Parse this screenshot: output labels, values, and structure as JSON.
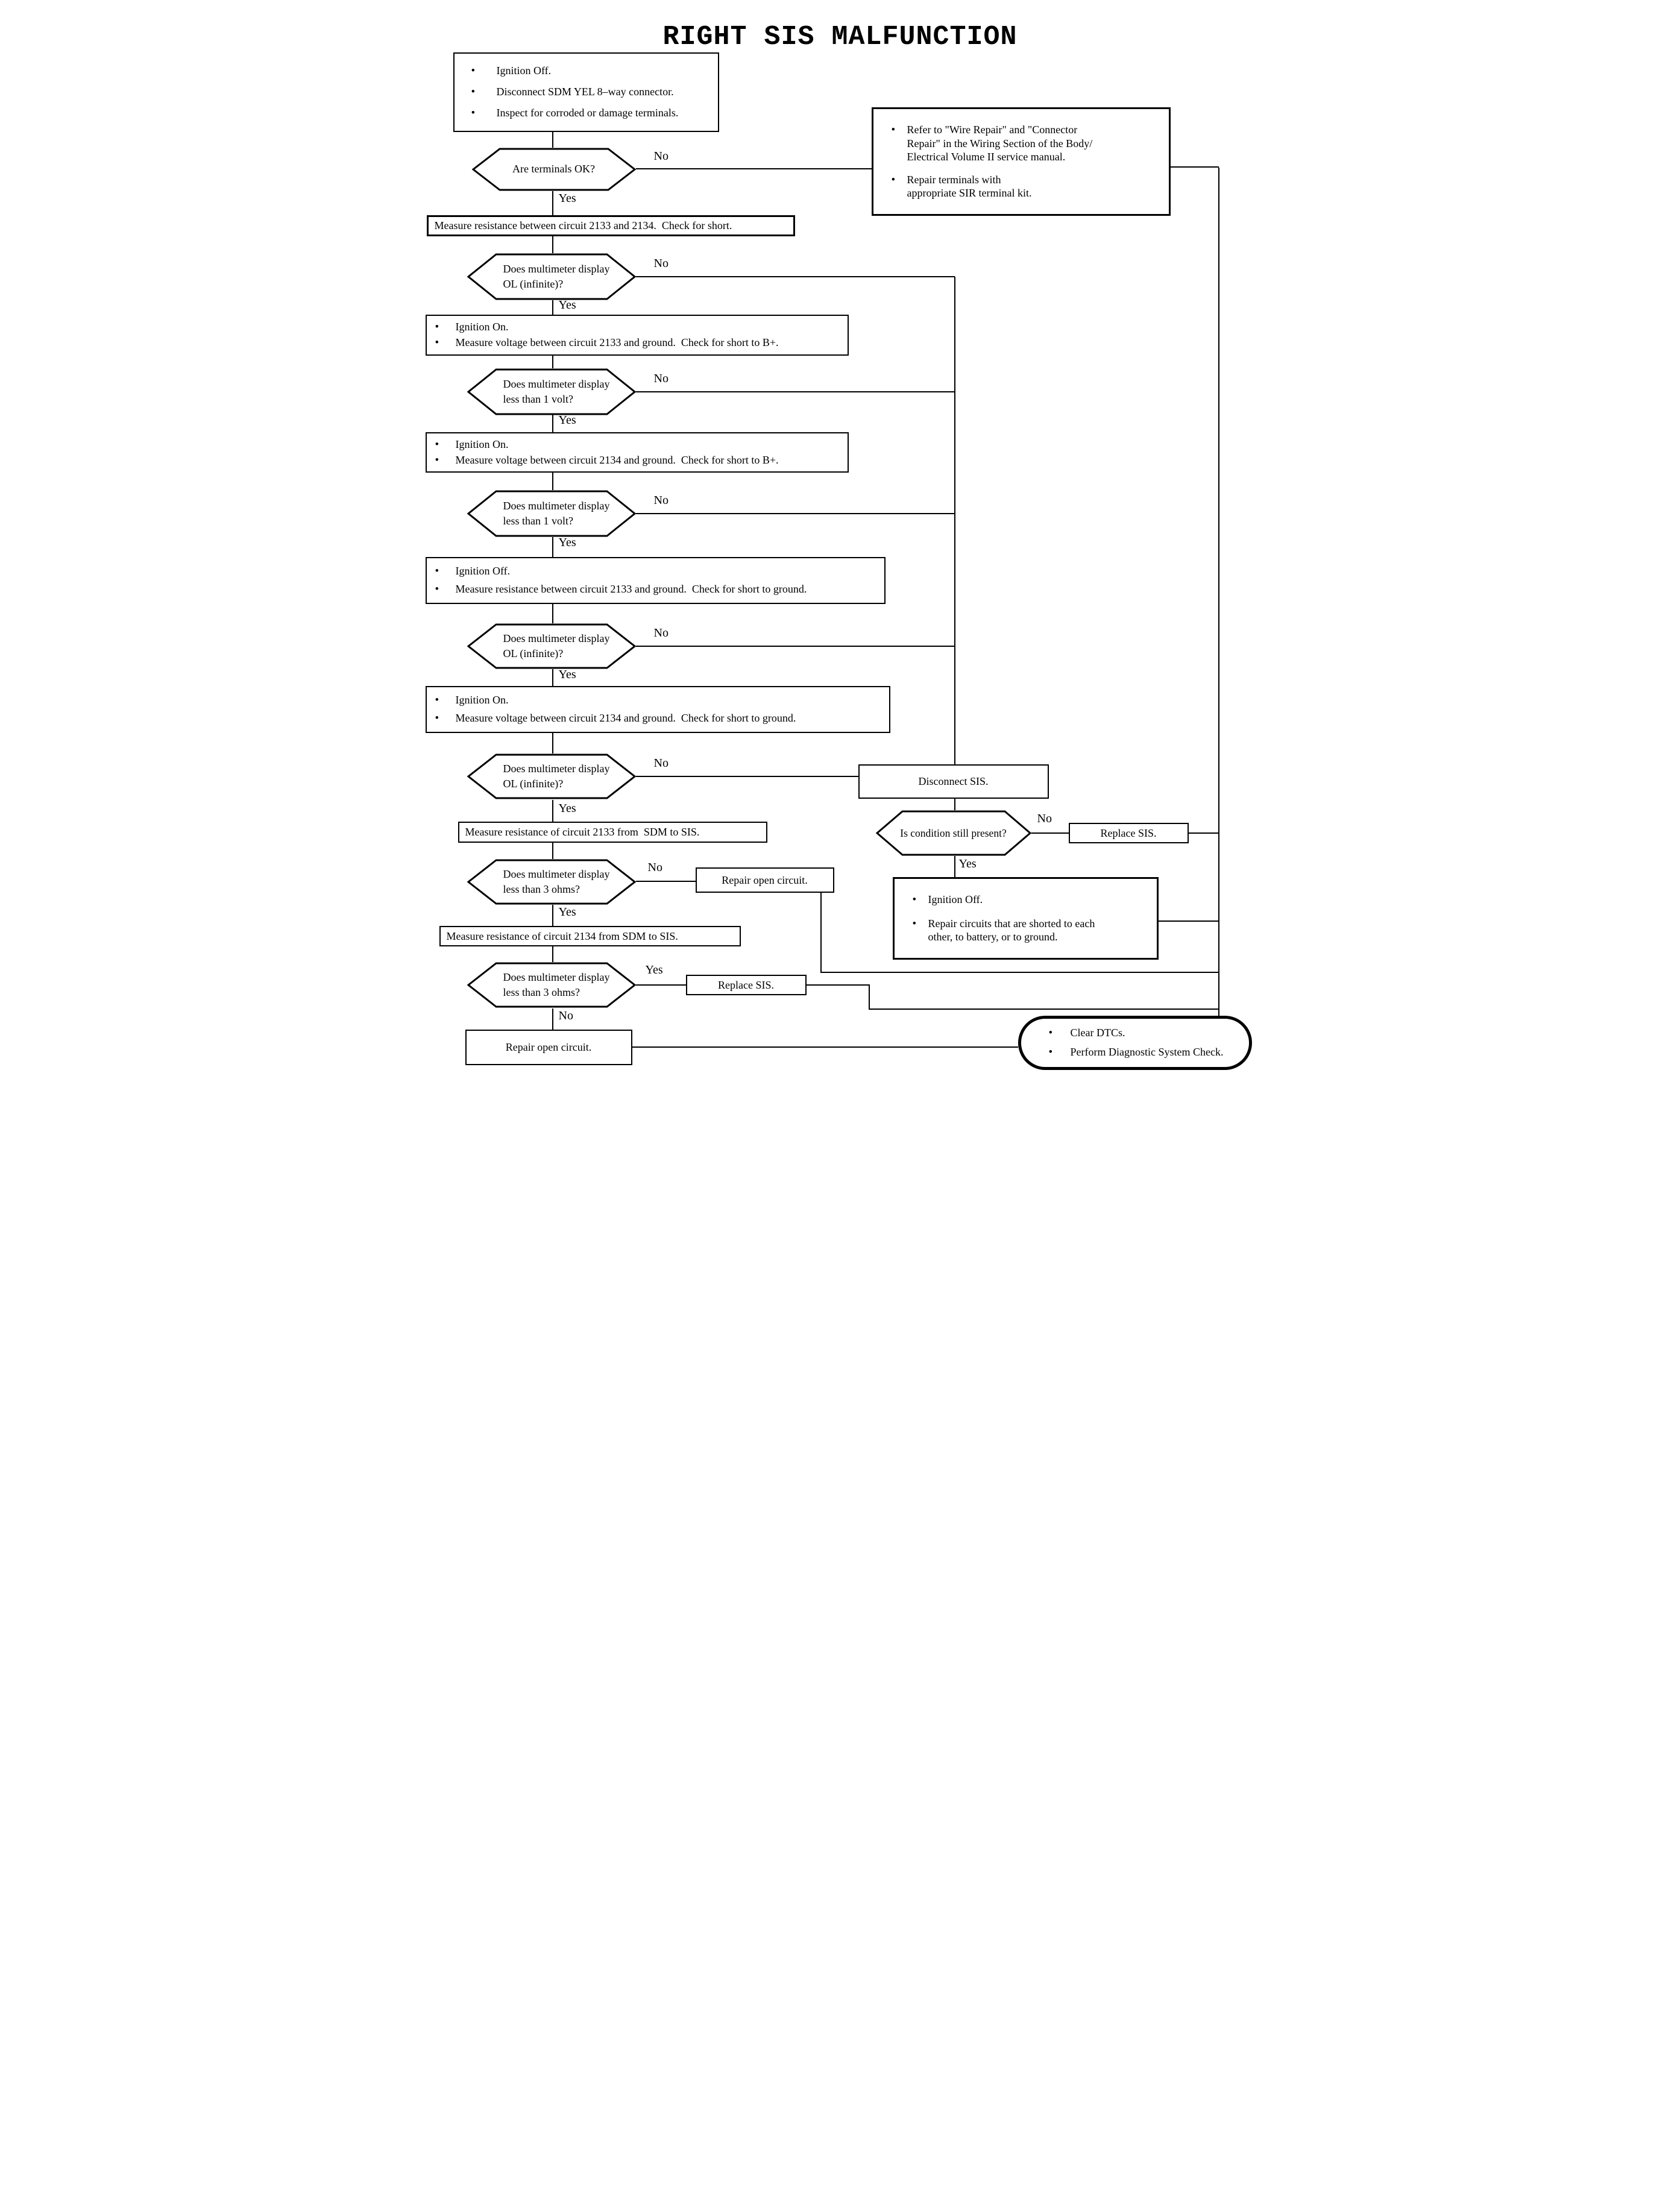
{
  "title": "RIGHT SIS MALFUNCTION",
  "labels": {
    "yes": "Yes",
    "no": "No"
  },
  "nodes": {
    "start": {
      "items": [
        "Ignition Off.",
        "Disconnect SDM YEL 8–way connector.",
        "Inspect for corroded or damage terminals."
      ]
    },
    "are_terminals_ok": {
      "text": "Are terminals OK?"
    },
    "refer_repair": {
      "items": [
        "Refer to \"Wire Repair\" and \"Connector\nRepair\" in the Wiring Section of the Body/\nElectrical Volume II service manual.",
        "Repair terminals with\nappropriate SIR terminal kit."
      ]
    },
    "measure_short": {
      "text": "Measure resistance between circuit 2133 and 2134.  Check for short."
    },
    "ol_infinite_1": {
      "line1": "Does multimeter display",
      "line2": "OL (infinite)?"
    },
    "voltage_2133_bplus": {
      "items": [
        "Ignition On.",
        "Measure voltage between circuit 2133 and ground.  Check for short to B+."
      ]
    },
    "less_1volt_1": {
      "line1": "Does multimeter display",
      "line2": "less than 1 volt?"
    },
    "voltage_2134_bplus": {
      "items": [
        "Ignition On.",
        "Measure voltage between circuit 2134 and ground.  Check for short to B+."
      ]
    },
    "less_1volt_2": {
      "line1": "Does multimeter display",
      "line2": "less than 1 volt?"
    },
    "resistance_2133_ground": {
      "items": [
        "Ignition Off.",
        "Measure resistance between circuit 2133 and ground.  Check for short to ground."
      ]
    },
    "ol_infinite_2": {
      "line1": "Does multimeter display",
      "line2": "OL (infinite)?"
    },
    "voltage_2134_ground": {
      "items": [
        "Ignition On.",
        "Measure voltage between circuit 2134 and ground.  Check for short to ground."
      ]
    },
    "ol_infinite_3": {
      "line1": "Does multimeter display",
      "line2": "OL (infinite)?"
    },
    "resistance_2133_sdm_sis": {
      "text": "Measure resistance of circuit 2133 from  SDM to SIS."
    },
    "less_3ohms_1": {
      "line1": "Does multimeter display",
      "line2": "less than 3 ohms?"
    },
    "repair_open_1": {
      "text": "Repair open circuit."
    },
    "resistance_2134_sdm_sis": {
      "text": "Measure resistance of circuit 2134 from SDM to SIS."
    },
    "less_3ohms_2": {
      "line1": "Does multimeter display",
      "line2": "less than 3 ohms?"
    },
    "replace_sis_2": {
      "text": "Replace SIS."
    },
    "repair_open_2": {
      "text": "Repair open circuit."
    },
    "disconnect_sis": {
      "text": "Disconnect SIS."
    },
    "condition_present": {
      "text": "Is condition still present?"
    },
    "replace_sis_1": {
      "text": "Replace SIS."
    },
    "repair_circuits": {
      "items": [
        "Ignition Off.",
        "Repair circuits that are shorted to each\nother, to battery, or to ground."
      ]
    },
    "terminal": {
      "items": [
        "Clear DTCs.",
        "Perform Diagnostic System Check."
      ]
    }
  }
}
